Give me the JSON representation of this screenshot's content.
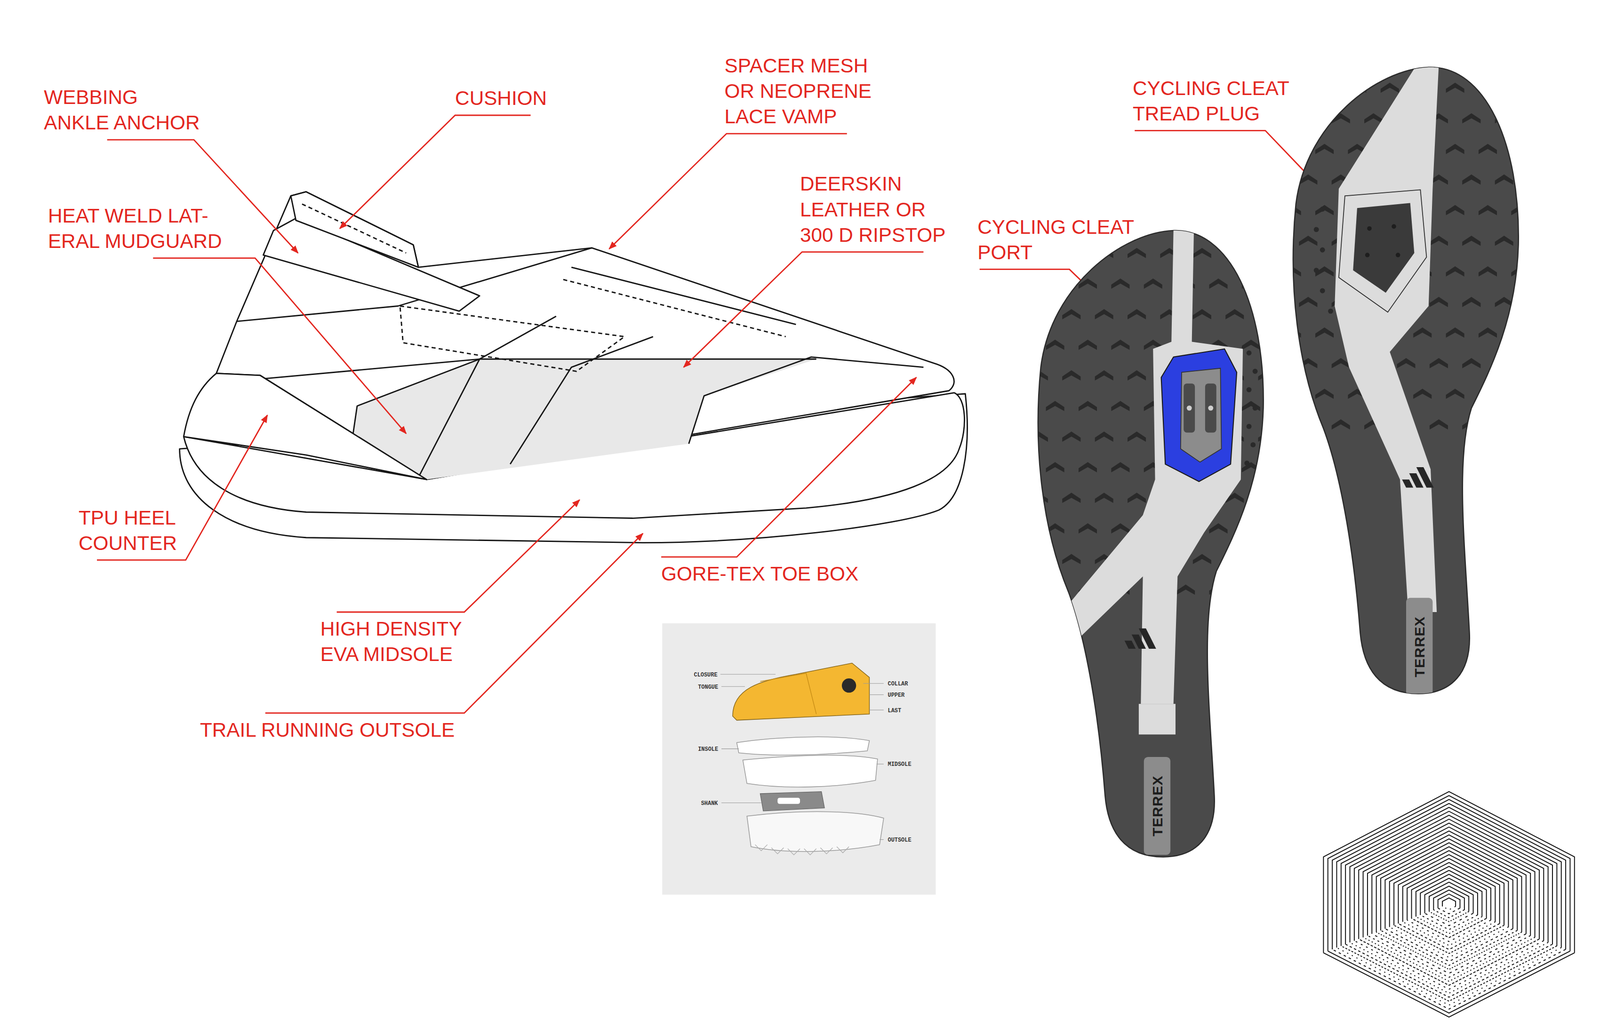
{
  "diagram": {
    "labels": [
      "WEBBING ANKLE ANCHOR",
      "CUSHION",
      "SPACER MESH OR NEOPRENE LACE VAMP",
      "DEERSKIN LEATHER OR 300 D RIPSTOP",
      "HEAT WELD LAT- ERAL MUDGUARD",
      "TPU HEEL COUNTER",
      "GORE-TEX TOE BOX",
      "HIGH DENSITY EVA MIDSOLE",
      "TRAIL RUNNING OUTSOLE",
      "CYCLING CLEAT TREAD PLUG",
      "CYCLING CLEAT PORT",
      "CLOSURE",
      "TONGUE",
      "COLLAR",
      "UPPER",
      "LAST",
      "INSOLE",
      "MIDSOLE",
      "SHANK",
      "OUTSOLE",
      "TERREX",
      "TERREX"
    ]
  }
}
